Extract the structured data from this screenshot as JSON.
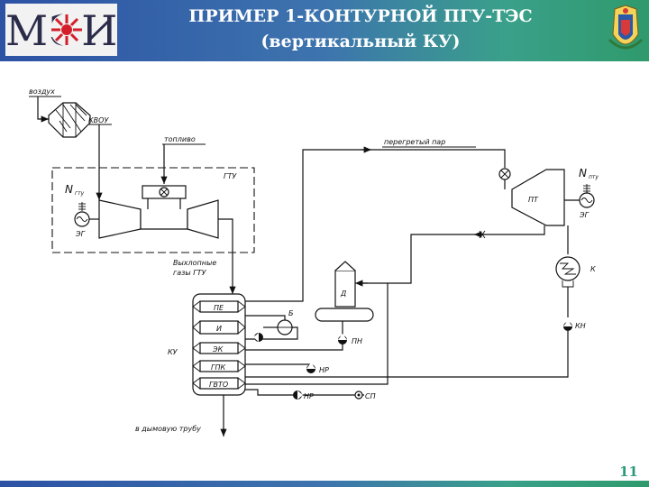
{
  "header": {
    "logo_text": "МЭИ",
    "title_line1": "ПРИМЕР 1-КОНТУРНОЙ ПГУ-ТЭС",
    "title_line2": "(вертикальный КУ)"
  },
  "diagram": {
    "labels": {
      "air": "воздух",
      "air_filter": "КВОУ",
      "fuel": "топливо",
      "gas_turbine_unit": "ГТУ",
      "power_gtu_main": "N",
      "power_gtu_sub": "гту",
      "generator_left": "ЭГ",
      "exhaust_line1": "Выхлопные",
      "exhaust_line2": "газы ГТУ",
      "superheated_steam": "перегретый пар",
      "steam_turbine": "ПТ",
      "power_pt_main": "N",
      "power_pt_sub": "пту",
      "generator_right": "ЭГ",
      "condenser": "К",
      "condensate_pump": "КН",
      "deaerator": "Д",
      "drum": "Б",
      "feed_pump": "ПН",
      "recirc_pump_1": "НР",
      "recirc_pump_2": "НР",
      "gas_heater_pump": "СП",
      "hrsg": "КУ",
      "superheater": "ПЕ",
      "evaporator": "И",
      "economizer": "ЭК",
      "gpk": "ГПК",
      "gvto": "ГВТО",
      "to_stack": "в дымовую трубу"
    }
  },
  "footer": {
    "page_number": "11"
  },
  "colors": {
    "header_blue": "#2d52a4",
    "header_green": "#2f9a6c",
    "page_number": "#2e9a7c"
  }
}
